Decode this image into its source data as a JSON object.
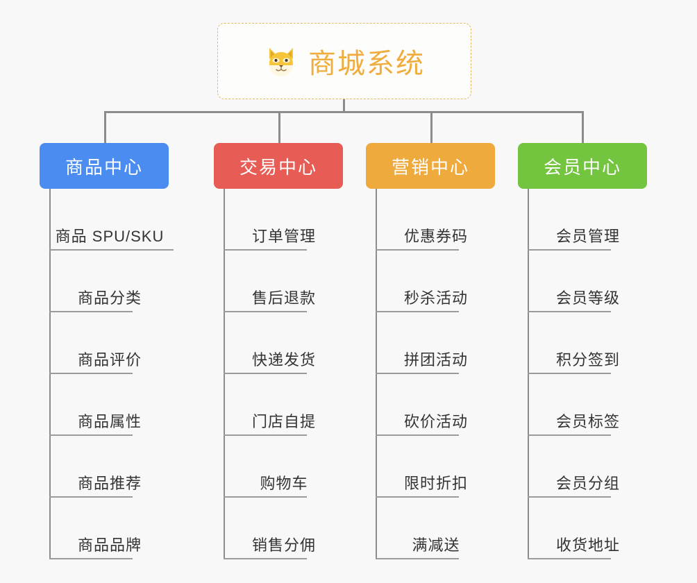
{
  "diagram": {
    "title": "商城系统",
    "root_icon": "shiba-dog-face-icon",
    "background_color": "#f8f8f8",
    "root": {
      "label": "商城系统",
      "border_color": "#e8b962",
      "text_color": "#f0ad3e",
      "border_style": "dashed"
    },
    "connector_color": "#8c8c8c",
    "leaf_rule_color": "#9b9b9b",
    "leaf_text_color": "#333333",
    "columns": [
      {
        "header": "商品中心",
        "color": "#4a8cf0",
        "items": [
          "商品 SPU/SKU",
          "商品分类",
          "商品评价",
          "商品属性",
          "商品推荐",
          "商品品牌"
        ]
      },
      {
        "header": "交易中心",
        "color": "#e85c56",
        "items": [
          "订单管理",
          "售后退款",
          "快递发货",
          "门店自提",
          "购物车",
          "销售分佣"
        ]
      },
      {
        "header": "营销中心",
        "color": "#eeaa3c",
        "items": [
          "优惠券码",
          "秒杀活动",
          "拼团活动",
          "砍价活动",
          "限时折扣",
          "满减送"
        ]
      },
      {
        "header": "会员中心",
        "color": "#73c43e",
        "items": [
          "会员管理",
          "会员等级",
          "积分签到",
          "会员标签",
          "会员分组",
          "收货地址"
        ]
      }
    ]
  }
}
